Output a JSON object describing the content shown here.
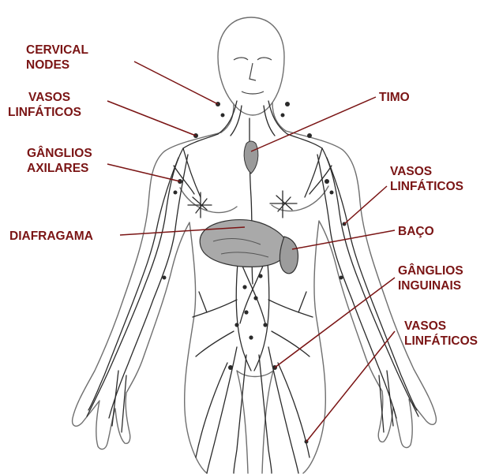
{
  "labels": {
    "cervical": [
      "CERVICAL",
      "NODES"
    ],
    "vasos_neck": [
      "VASOS",
      "LINFÁTICOS"
    ],
    "ganglios_axilares": [
      "GÂNGLIOS",
      "AXILARES"
    ],
    "diafragama": [
      "DIAFRAGAMA"
    ],
    "timo": [
      "TIMO"
    ],
    "vasos_right_arm": [
      "VASOS",
      "LINFÁTICOS"
    ],
    "baco": [
      "BAÇO"
    ],
    "ganglios_inguinais": [
      "GÂNGLIOS",
      "INGUINAIS"
    ],
    "vasos_leg": [
      "VASOS",
      "LINFÁTICOS"
    ]
  },
  "colors": {
    "label_text": "#7a1414",
    "leader_line": "#7a1414",
    "body_outline": "#6f6f6f",
    "lymph_vessel": "#2a2a2a"
  }
}
